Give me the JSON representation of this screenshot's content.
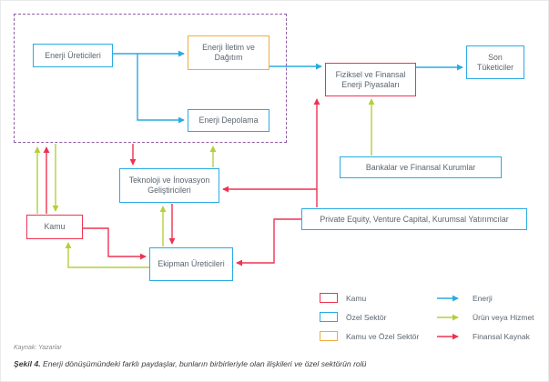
{
  "diagram": {
    "nodes": {
      "enerji_ureticileri": {
        "label": "Enerji Üreticileri",
        "sector": "Özel Sektör"
      },
      "enerji_iletim": {
        "label": "Enerji İletim ve Dağıtım",
        "sector": "Kamu ve Özel Sektör"
      },
      "enerji_depolama": {
        "label": "Enerji Depolama",
        "sector": "Özel Sektör"
      },
      "fiziksel_piyasalar": {
        "label": "Fiziksel ve Finansal Enerji Piyasaları",
        "sector": "Kamu"
      },
      "son_tuketiciler": {
        "label": "Son Tüketiciler",
        "sector": "Özel Sektör"
      },
      "bankalar": {
        "label": "Bankalar ve Finansal Kurumlar",
        "sector": "Özel Sektör"
      },
      "private_equity": {
        "label": "Private Equity, Venture Capital, Kurumsal Yatırımcılar",
        "sector": "Özel Sektör"
      },
      "kamu": {
        "label": "Kamu",
        "sector": "Kamu"
      },
      "teknoloji": {
        "label": "Teknoloji ve İnovasyon Geliştiricileri",
        "sector": "Özel Sektör"
      },
      "ekipman": {
        "label": "Ekipman Üreticileri",
        "sector": "Özel Sektör"
      }
    },
    "edges": [
      {
        "from": "enerji_ureticileri",
        "to": "enerji_iletim",
        "type": "enerji"
      },
      {
        "from": "enerji_ureticileri",
        "to": "enerji_depolama",
        "type": "enerji"
      },
      {
        "from": "enerji_iletim",
        "to": "fiziksel_piyasalar",
        "type": "enerji"
      },
      {
        "from": "fiziksel_piyasalar",
        "to": "son_tuketiciler",
        "type": "enerji"
      },
      {
        "from": "bankalar",
        "to": "fiziksel_piyasalar",
        "type": "urun_veya_hizmet"
      },
      {
        "from": "kamu",
        "to": "uretim_grubu",
        "type": "urun_veya_hizmet"
      },
      {
        "from": "kamu",
        "to": "uretim_grubu",
        "type": "finansal_kaynak"
      },
      {
        "from": "uretim_grubu",
        "to": "kamu",
        "type": "urun_veya_hizmet"
      },
      {
        "from": "uretim_grubu",
        "to": "teknoloji",
        "type": "finansal_kaynak"
      },
      {
        "from": "teknoloji",
        "to": "uretim_grubu",
        "type": "urun_veya_hizmet"
      },
      {
        "from": "private_equity",
        "to": "fiziksel_piyasalar",
        "type": "finansal_kaynak"
      },
      {
        "from": "private_equity",
        "to": "teknoloji",
        "type": "finansal_kaynak"
      },
      {
        "from": "private_equity",
        "to": "ekipman",
        "type": "finansal_kaynak"
      },
      {
        "from": "kamu",
        "to": "ekipman",
        "type": "finansal_kaynak"
      },
      {
        "from": "teknoloji",
        "to": "ekipman",
        "type": "finansal_kaynak"
      },
      {
        "from": "ekipman",
        "to": "teknoloji",
        "type": "urun_veya_hizmet"
      },
      {
        "from": "ekipman",
        "to": "kamu",
        "type": "urun_veya_hizmet"
      }
    ],
    "legend": {
      "boxes": [
        {
          "label": "Kamu",
          "color": "#ee3352"
        },
        {
          "label": "Özel Sektör",
          "color": "#29abe2"
        },
        {
          "label": "Kamu ve Özel Sektör",
          "color": "#f3ab3c"
        }
      ],
      "arrows": [
        {
          "label": "Enerji",
          "color": "#29abe2"
        },
        {
          "label": "Ürün veya Hizmet",
          "color": "#b5cf3a"
        },
        {
          "label": "Finansal Kaynak",
          "color": "#ee3352"
        }
      ]
    },
    "colors": {
      "kamu": "#ee3352",
      "ozel_sektor": "#29abe2",
      "kamu_ve_ozel_sektor": "#f3ab3c",
      "enerji_arrow": "#29abe2",
      "urun_veya_hizmet_arrow": "#b5cf3a",
      "finansal_kaynak_arrow": "#ee3352",
      "grup_cercevesi": "#8e5ba6"
    }
  },
  "footer": {
    "source": "Kaynak: Yazarlar",
    "caption_label": "Şekil 4.",
    "caption_text": " Enerji dönüşümündeki farklı paydaşlar, bunların birbirleriyle olan ilişkileri ve özel sektörün rolü"
  }
}
